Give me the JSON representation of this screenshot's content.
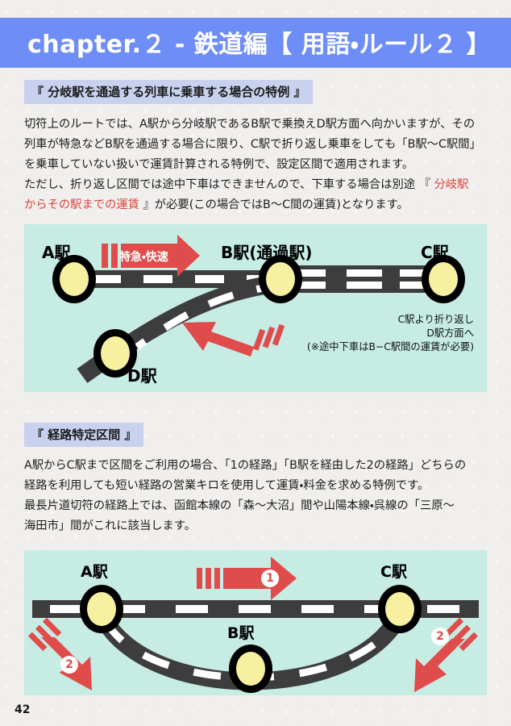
{
  "header": {
    "title": "chapter.２ - 鉄道編【 用語・ルール２ 】",
    "band_color": "#6e8df7"
  },
  "colors": {
    "page_bg": "#f1efed",
    "heading_highlight": "#c8d2ee",
    "figure_bg": "#c6ece4",
    "track_dark": "#3d3d3d",
    "station_fill": "#f6f0a0",
    "station_ring": "#000000",
    "accent_red": "#e04b4b",
    "text_red": "#d9453f"
  },
  "section1": {
    "heading": "『 分岐駅を通過する列車に乗車する場合の特例 』",
    "paragraph1_line1": "切符上のルートでは、A駅から分岐駅であるB駅で乗換えD駅方面へ向かいますが、その",
    "paragraph1_line2": "列車が特急などB駅を通過する場合に限り、C駅で折り返し乗車をしても「B駅〜C駅間」",
    "paragraph1_line3": "を乗車していない扱いで運賃計算される特例で、設定区間で適用されます。",
    "paragraph2_a": "ただし、折り返し区間では途中下車はできませんので、下車する場合は別途 『 ",
    "paragraph2_red1": "分岐駅",
    "paragraph2_red2": "からその駅までの運賃",
    "paragraph2_b": " 』が必要(この場合ではB〜C間の運賃)となります。",
    "figure": {
      "stations": [
        {
          "label": "A駅"
        },
        {
          "label": "B駅(通過駅)"
        },
        {
          "label": "C駅"
        },
        {
          "label": "D駅"
        }
      ],
      "train_arrow_label": "特急・快速",
      "note_line1": "C駅より折り返し",
      "note_line2": "D駅方面へ",
      "note_line3": "(※途中下車はB−C駅間の運賃が必要)"
    }
  },
  "section2": {
    "heading": "『 経路特定区間 』",
    "paragraph_line1": "A駅からC駅まで区間をご利用の場合、「1の経路」「B駅を経由した2の経路」どちらの",
    "paragraph_line2": "経路を利用しても短い経路の営業キロを使用して運賃・料金を求める特例です。",
    "paragraph_line3": "最長片道切符の経路上では、函館本線の「森〜大沼」間や山陽本線・呉線の「三原〜",
    "paragraph_line4": "海田市」間がこれに該当します。",
    "figure": {
      "stations": [
        {
          "label": "A駅"
        },
        {
          "label": "B駅"
        },
        {
          "label": "C駅"
        }
      ],
      "route1_badge": "1",
      "route2_left_badge": "2",
      "route2_right_badge": "2"
    }
  },
  "footer": {
    "page_number": "42"
  }
}
